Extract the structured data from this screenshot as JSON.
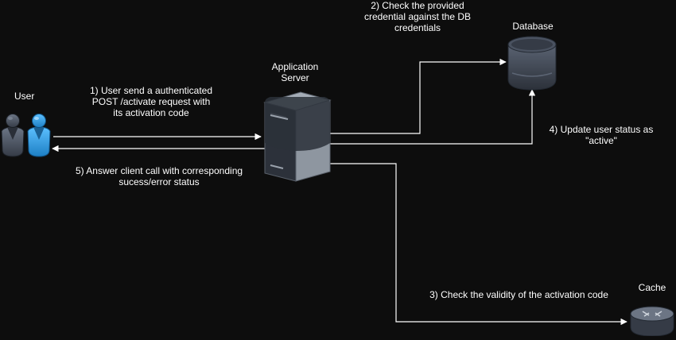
{
  "nodes": {
    "user": {
      "label": "User"
    },
    "server": {
      "label_line1": "Application",
      "label_line2": "Server"
    },
    "database": {
      "label": "Database"
    },
    "cache": {
      "label": "Cache"
    }
  },
  "edges": {
    "step1": {
      "line1": "1) User send a authenticated",
      "line2": "POST /activate request with",
      "line3": "its activation code"
    },
    "step2": {
      "line1": "2) Check the provided",
      "line2": "credential against the DB",
      "line3": "credentials"
    },
    "step3": {
      "line1": "3) Check the validity of the activation code"
    },
    "step4": {
      "line1": "4) Update user status as",
      "line2": "\"active\""
    },
    "step5": {
      "line1": "5) Answer client call with corresponding",
      "line2": "sucess/error status"
    }
  },
  "colors": {
    "background": "#0d0d0d",
    "stroke": "#ffffff",
    "user_dark": "#4a5464",
    "user_blue": "#2f9be0",
    "server_body": "#8e96a0",
    "server_front": "#2c313a",
    "db_body": "#3e4552"
  }
}
